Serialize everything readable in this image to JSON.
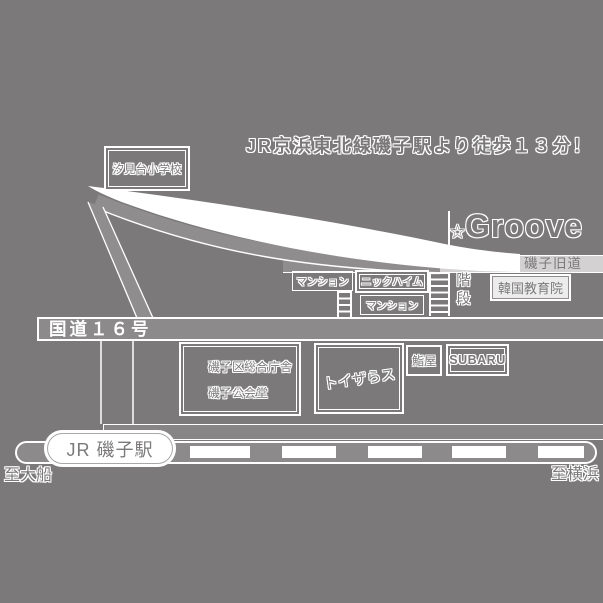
{
  "colors": {
    "background": "#7b797a",
    "road_fill": "#8c8a8b",
    "curve_road_fill": "#8f8d8e",
    "old_road_light": "#d3d1d2",
    "korean_box_fill": "#edecec",
    "white": "#ffffff",
    "text_gray": "#7b797a"
  },
  "header": {
    "walk_note": "JR京浜東北線磯子駅より徒歩１３分！"
  },
  "logo": {
    "star": "☆",
    "name": "Groove"
  },
  "roads": {
    "route16_label": "国道１６号",
    "old_road_label": "磯子旧道",
    "to_ofuna": "至大船",
    "to_yokohama": "至横浜"
  },
  "station": {
    "name": "JR 磯子駅"
  },
  "places": {
    "school": "汐見台小学校",
    "mansion_upper": "マンション",
    "nickheim": "ニックハイム",
    "mansion_lower": "マンション",
    "stairs": "階段",
    "korean_institute": "韓国教育院",
    "ward_office": "磯子区総合庁舎",
    "public_hall": "磯子公会堂",
    "toysrus": "トイザらス",
    "sushi_shop": "鮨屋",
    "subaru": "SUBARU"
  }
}
